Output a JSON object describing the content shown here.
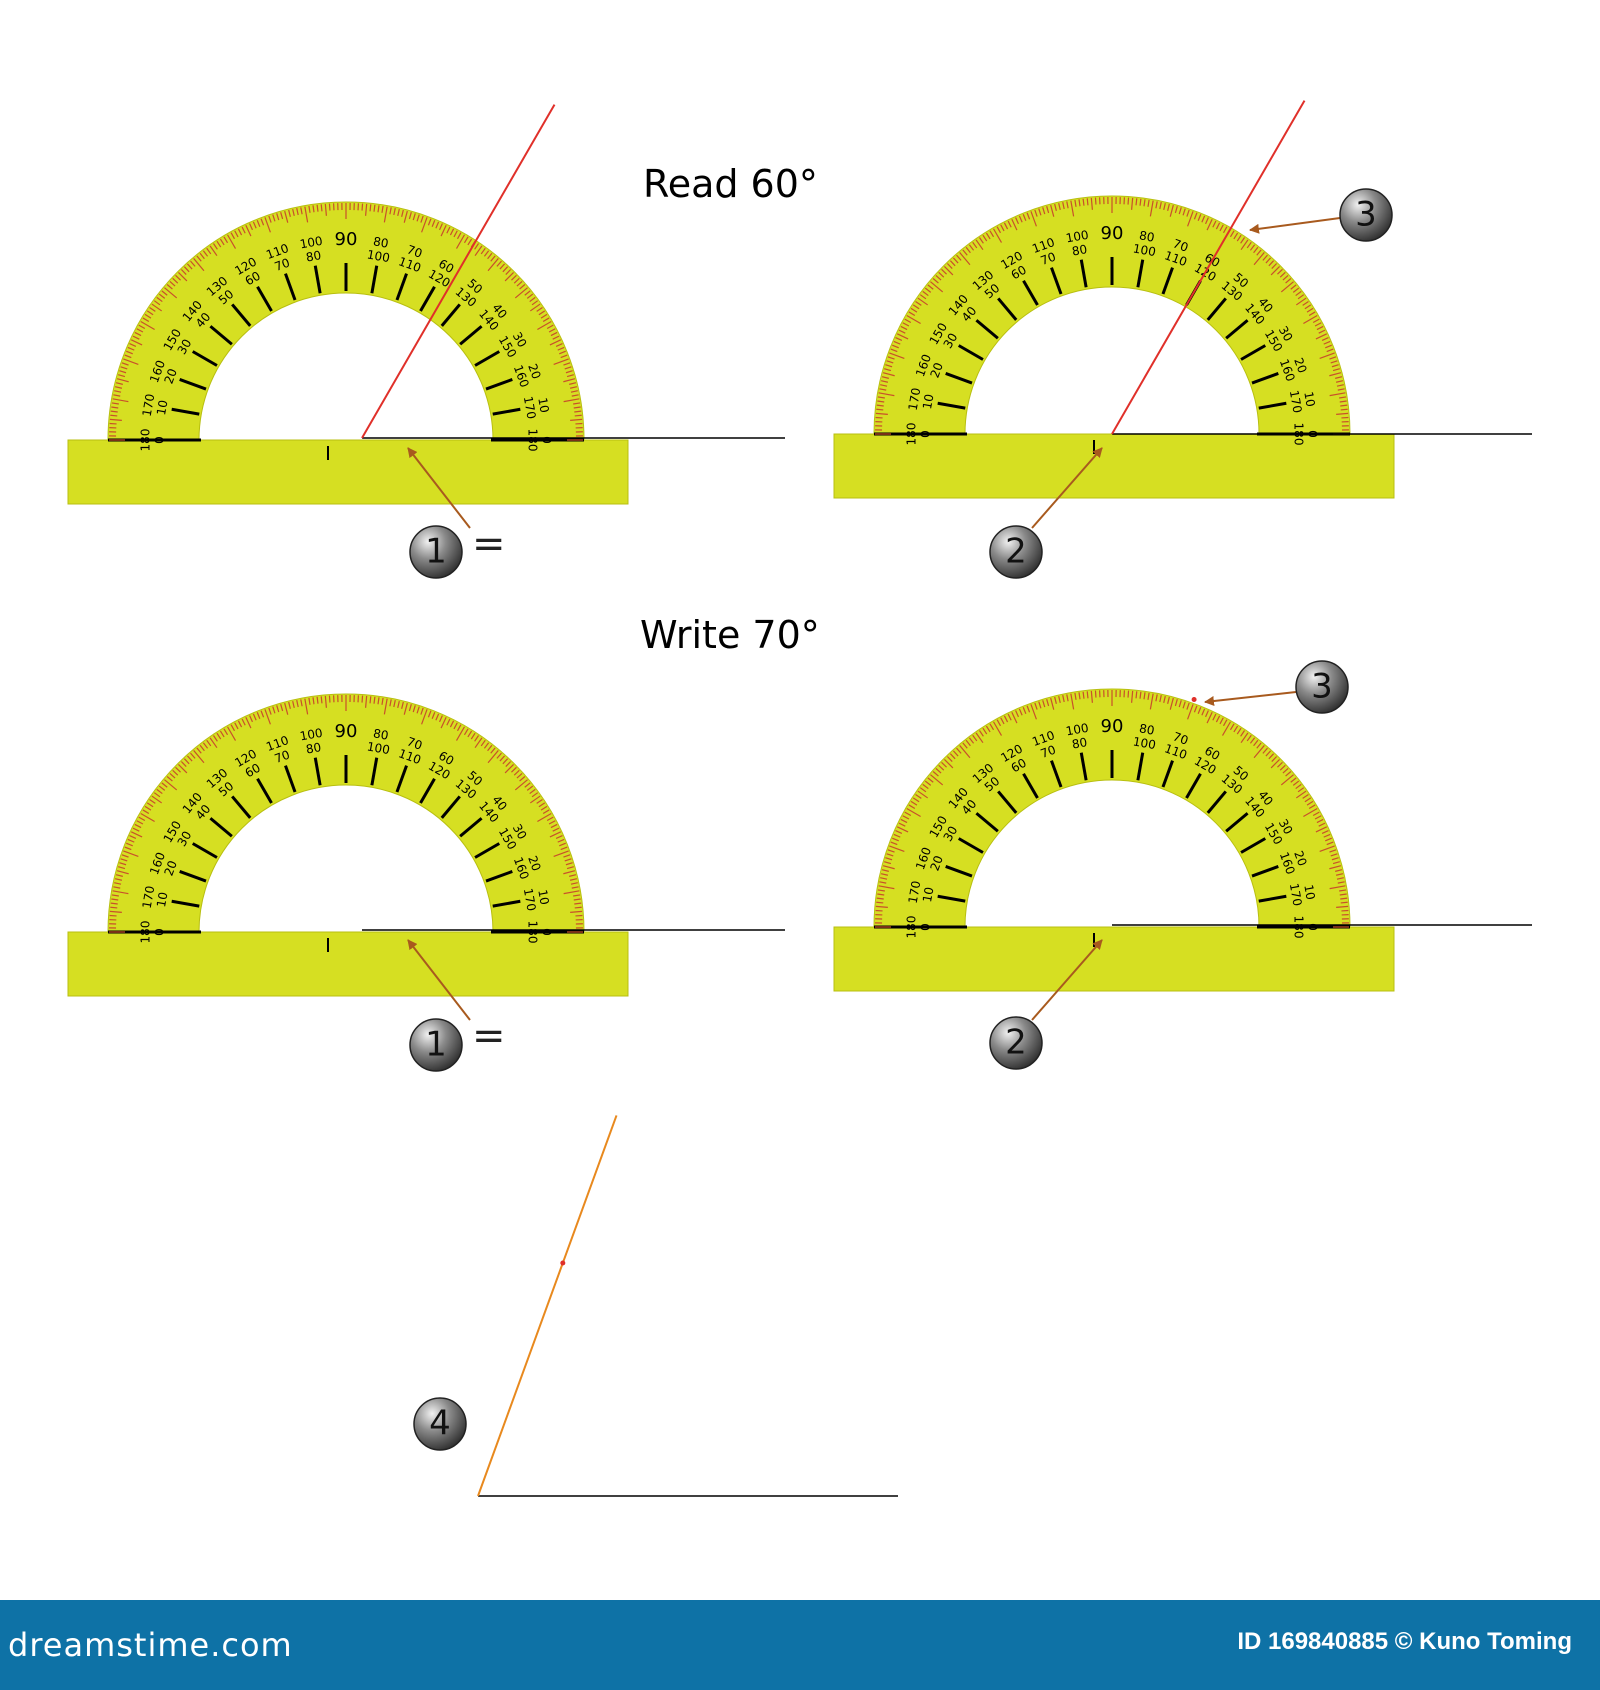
{
  "headings": {
    "read": "Read 60°",
    "write": "Write 70°"
  },
  "scale_outer_labels": [
    "180",
    "170",
    "160",
    "150",
    "140",
    "130",
    "120",
    "110",
    "100",
    "90",
    "80",
    "70",
    "60",
    "50",
    "40",
    "30",
    "20",
    "10",
    "0"
  ],
  "scale_inner_labels": [
    "0",
    "10",
    "20",
    "30",
    "40",
    "50",
    "60",
    "70",
    "80",
    "",
    "100",
    "110",
    "120",
    "130",
    "140",
    "150",
    "160",
    "170",
    "180"
  ],
  "angles": {
    "read_degrees": 60,
    "write_degrees": 70
  },
  "markers": {
    "one": "1",
    "two": "2",
    "three": "3",
    "four": "4"
  },
  "equals_sign": "=",
  "colors": {
    "protractor": "#d6df22",
    "tick_red": "#c8502a",
    "ray_red": "#e0302a",
    "ray_orange": "#e8891e",
    "arrow": "#a85a1e",
    "badge": "#555555",
    "footer": "#0e72a6"
  },
  "footer": {
    "brand": "dreamstime.com",
    "credit": "ID 169840885 © Kuno Toming"
  }
}
